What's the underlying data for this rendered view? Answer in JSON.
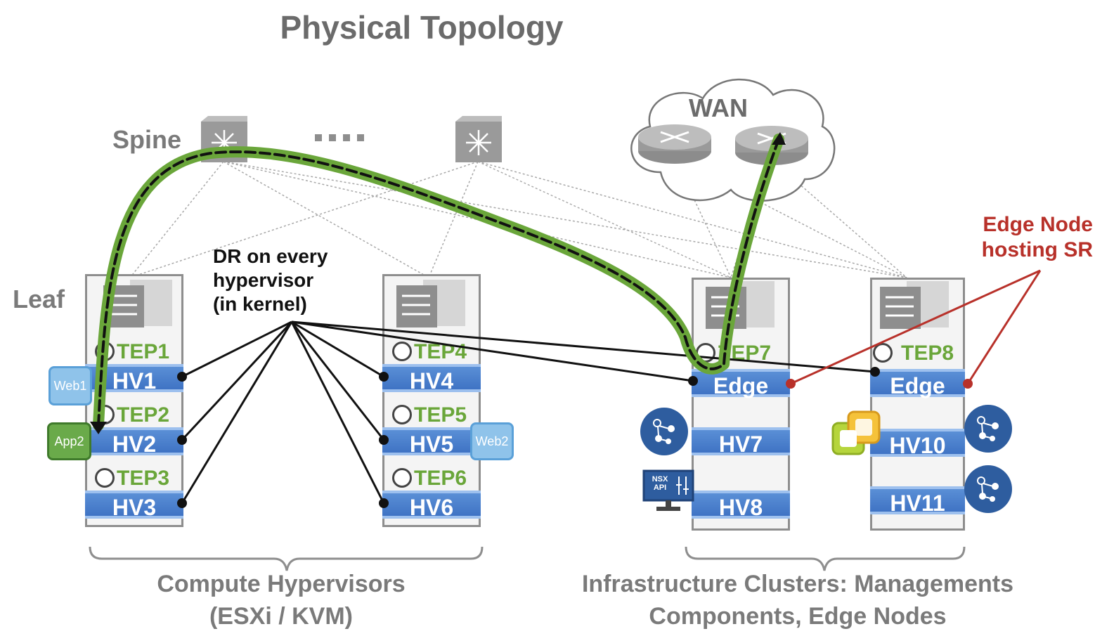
{
  "title": "Physical Topology",
  "labels": {
    "spine": "Spine",
    "leaf": "Leaf",
    "wan": "WAN",
    "dr_line1": "DR on every",
    "dr_line2": "hypervisor",
    "dr_line3": "(in kernel)",
    "edge_node_line1": "Edge Node",
    "edge_node_line2": "hosting SR",
    "compute_line1": "Compute Hypervisors",
    "compute_line2": "(ESXi / KVM)",
    "infra_line1": "Infrastructure Clusters: Managements",
    "infra_line2": "Components, Edge Nodes",
    "nsx_api": "NSX API"
  },
  "teps": [
    "TEP1",
    "TEP2",
    "TEP3",
    "TEP4",
    "TEP5",
    "TEP6",
    "TEP7",
    "TEP8"
  ],
  "hosts": {
    "hv1": "HV1",
    "hv2": "HV2",
    "hv3": "HV3",
    "hv4": "HV4",
    "hv5": "HV5",
    "hv6": "HV6",
    "edge1": "Edge",
    "hv7": "HV7",
    "hv8": "HV8",
    "edge2": "Edge",
    "hv10": "HV10",
    "hv11": "HV11"
  },
  "vms": {
    "web1": "Web1",
    "app2": "App2",
    "web2": "Web2"
  },
  "colors": {
    "path_green": "#6aa63a",
    "host_blue": "#3f73c4",
    "tep_green": "#6aa63a",
    "sr_red": "#b8312a"
  }
}
